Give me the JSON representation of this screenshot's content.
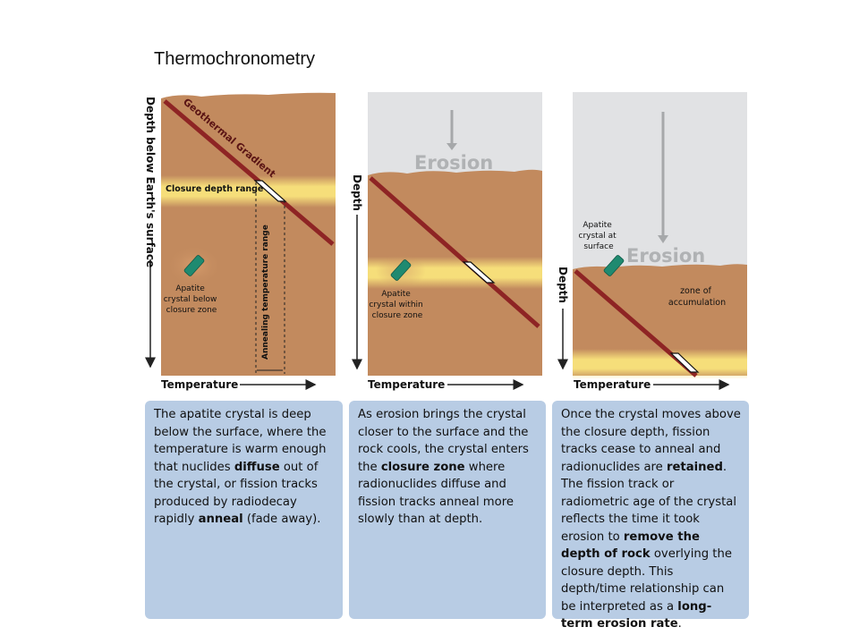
{
  "title": "Thermochronometry",
  "colors": {
    "rock": "#c28a5e",
    "sky": "#e1e2e4",
    "closure_band": "#f6de7a",
    "gradient_line": "#8e2424",
    "crystal": "#1f8a70",
    "text_box": "#b8cce4",
    "erosion_text": "#b0b2b4"
  },
  "panel1": {
    "y_axis_label": "Depth below Earth's surface",
    "gradient_label": "Geothermal Gradient",
    "closure_label": "Closure depth range",
    "annealing_label": "Annealing temperature range",
    "crystal_label": [
      "Apatite",
      "crystal below",
      "closure zone"
    ],
    "x_axis_label": "Temperature"
  },
  "panel2": {
    "erosion_label": "Erosion",
    "y_axis_label": "Depth",
    "crystal_label": [
      "Apatite",
      "crystal within",
      "closure zone"
    ],
    "x_axis_label": "Temperature"
  },
  "panel3": {
    "erosion_label": "Erosion",
    "y_axis_label": "Depth",
    "crystal_label": [
      "Apatite",
      "crystal at",
      "surface"
    ],
    "zone_label": [
      "zone of",
      "accumulation"
    ],
    "x_axis_label": "Temperature"
  },
  "captions": {
    "c1": [
      {
        "t": "The apatite crystal is deep below the surface, where the temperature is warm enough that nuclides "
      },
      {
        "t": "diffuse",
        "b": true
      },
      {
        "t": " out of the crystal, or fission tracks produced by radiodecay rapidly "
      },
      {
        "t": "anneal",
        "b": true
      },
      {
        "t": " (fade away)."
      }
    ],
    "c2": [
      {
        "t": "As erosion brings the crystal closer to the surface and the rock cools, the crystal enters the "
      },
      {
        "t": "closure zone",
        "b": true
      },
      {
        "t": " where radionuclides diffuse and fission tracks anneal more slowly than at depth."
      }
    ],
    "c3": [
      {
        "t": "Once the crystal moves above the  closure depth, fission tracks cease to anneal and radionuclides are "
      },
      {
        "t": "retained",
        "b": true
      },
      {
        "t": ".  The fission track or radiometric age of the crystal reflects the time it took erosion to "
      },
      {
        "t": "remove the depth of rock",
        "b": true
      },
      {
        "t": " overlying the closure depth.  This depth/time relationship can be interpreted as a "
      },
      {
        "t": "long-term erosion rate",
        "b": true
      },
      {
        "t": "."
      }
    ]
  }
}
